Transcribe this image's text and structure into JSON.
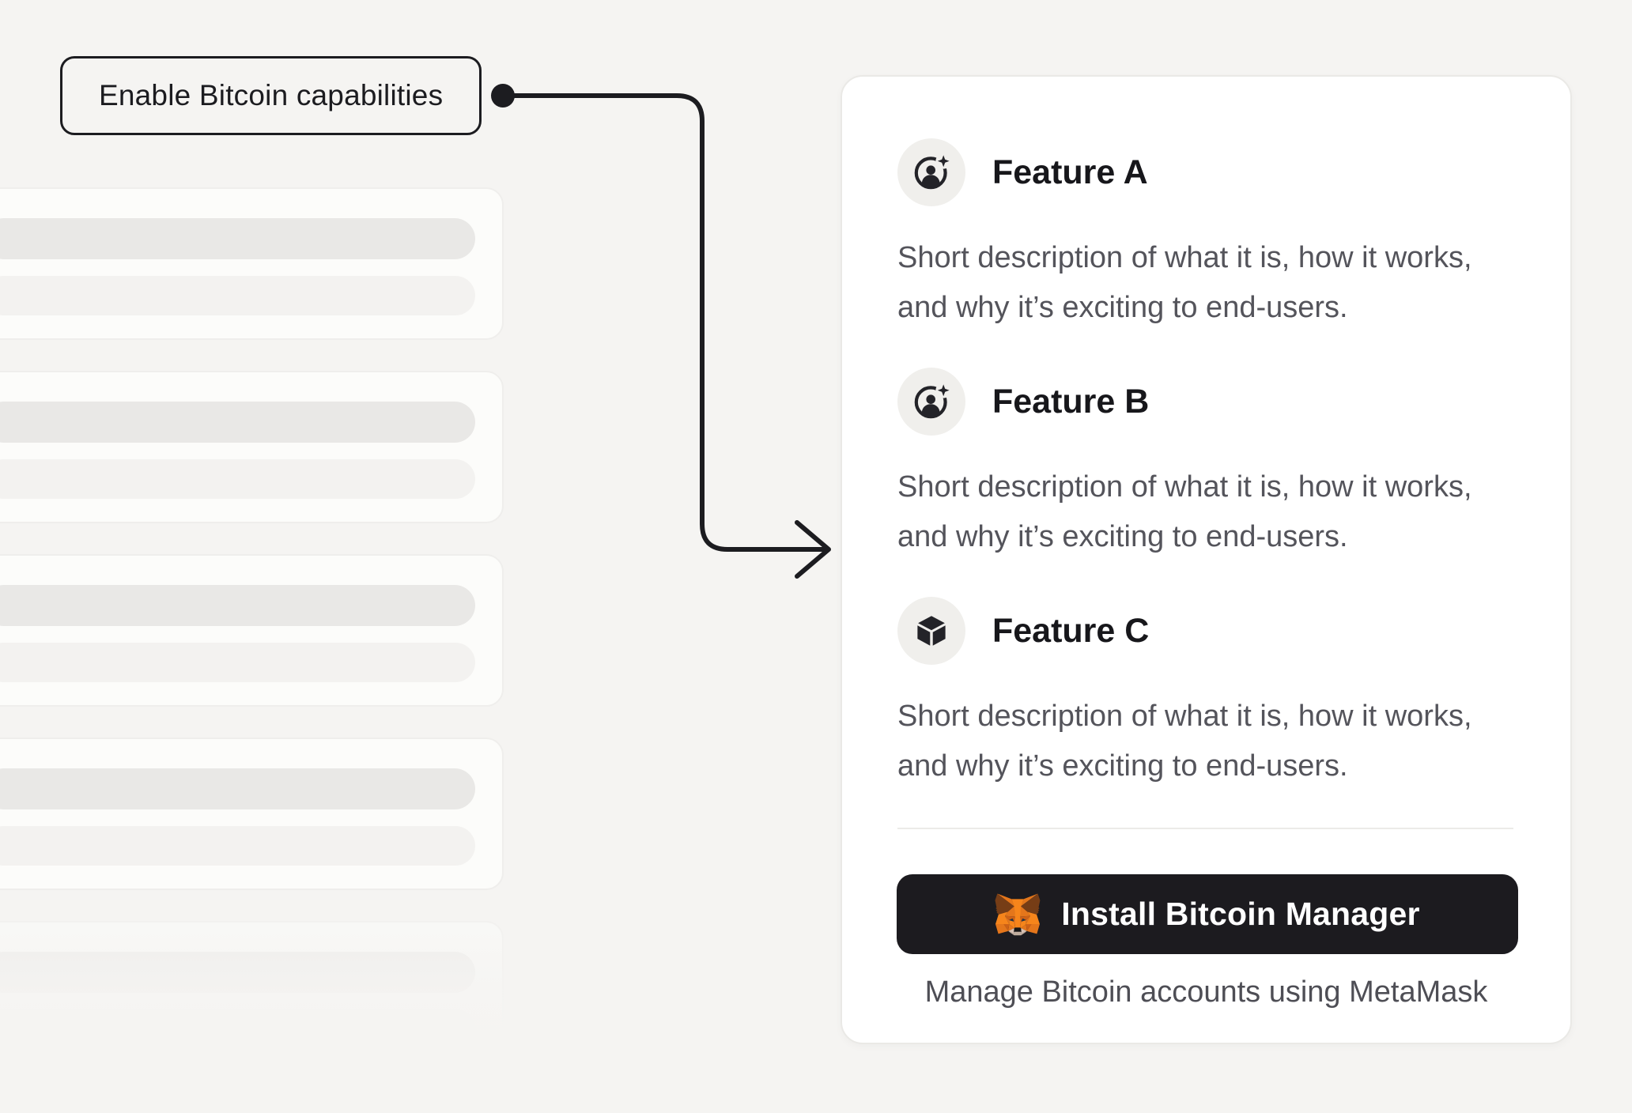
{
  "callout": {
    "label": "Enable Bitcoin capabilities"
  },
  "panel": {
    "features": [
      {
        "icon": "account-sparkle-icon",
        "title": "Feature A",
        "description": "Short description of what it is, how it works, and why it’s exciting to end-users."
      },
      {
        "icon": "account-sparkle-icon",
        "title": "Feature B",
        "description": "Short description of what it is, how it works, and why it’s exciting to end-users."
      },
      {
        "icon": "cube-icon",
        "title": "Feature C",
        "description": "Short description of what it is, how it works, and why it’s exciting to end-users."
      }
    ],
    "cta": {
      "icon": "metamask-fox-icon",
      "label": "Install Bitcoin Manager",
      "caption": "Manage Bitcoin accounts using MetaMask"
    }
  },
  "skeleton": {
    "card_count": 5
  },
  "colors": {
    "background": "#f5f4f2",
    "ink": "#1c1c20",
    "body_text": "#54545b",
    "panel_bg": "#ffffff",
    "button_bg": "#1c1b1f",
    "metamask_orange": "#f6851b"
  }
}
